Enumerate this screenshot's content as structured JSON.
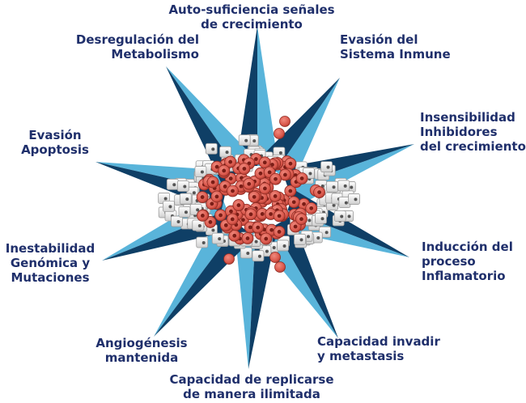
{
  "labels": {
    "top": [
      "Auto-suficiencia señales",
      "de crecimiento"
    ],
    "upper_right": [
      "Evasión del",
      "Sistema Inmune"
    ],
    "right_top": [
      "Insensibilidad",
      "Inhibidores",
      "del crecimiento"
    ],
    "right_bottom": [
      "Inducción del",
      "proceso",
      "Inflamatorio"
    ],
    "lower_right": [
      "Capacidad invadir",
      "y metastasis"
    ],
    "bottom": [
      "Capacidad de replicarse",
      "de manera ilimitada"
    ],
    "lower_left": [
      "Angiogénesis",
      "mantenida"
    ],
    "left_bottom": [
      "Inestabilidad",
      "Genómica y",
      "Mutaciones"
    ],
    "left_top": [
      "Evasión",
      "Apoptosis"
    ],
    "upper_left": [
      "Desregulación del",
      "Metabolismo"
    ]
  },
  "colors": {
    "text": "#1f2f6b",
    "spike_dark": "#0f3f66",
    "spike_light": "#59b4da",
    "cancer_cell": "#d9574b",
    "cancer_cell_edge": "#8e2a22",
    "normal_cell": "#eeeeee",
    "normal_cell_edge": "#9a9a9a"
  }
}
